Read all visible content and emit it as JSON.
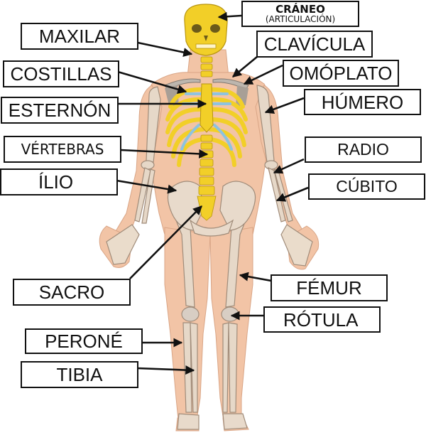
{
  "diagram": {
    "subject": "Esqueleto humano (vista frontal)",
    "colors": {
      "skin": "#f2c4a6",
      "bone": "#e6d8c8",
      "axial_bone": "#f2cf28",
      "cartilage": "#8ec3df",
      "label_border": "#111111",
      "arrow": "#111111"
    },
    "labels": {
      "craneo": {
        "title": "CRÁNEO",
        "subtitle": "(ARTICULACIÓN)"
      },
      "maxilar": "MAXILAR",
      "clavicula": "CLAVÍCULA",
      "costillas": "COSTILLAS",
      "omoplato": "OMÓPLATO",
      "esternon": "ESTERNÓN",
      "humero": "HÚMERO",
      "vertebras": "VÉRTEBRAS",
      "radio": "RADIO",
      "ilio": "ÍLIO",
      "cubito": "CÚBITO",
      "sacro": "SACRO",
      "femur": "FÉMUR",
      "rotula": "RÓTULA",
      "perone": "PERONÉ",
      "tibia": "TIBIA"
    }
  }
}
